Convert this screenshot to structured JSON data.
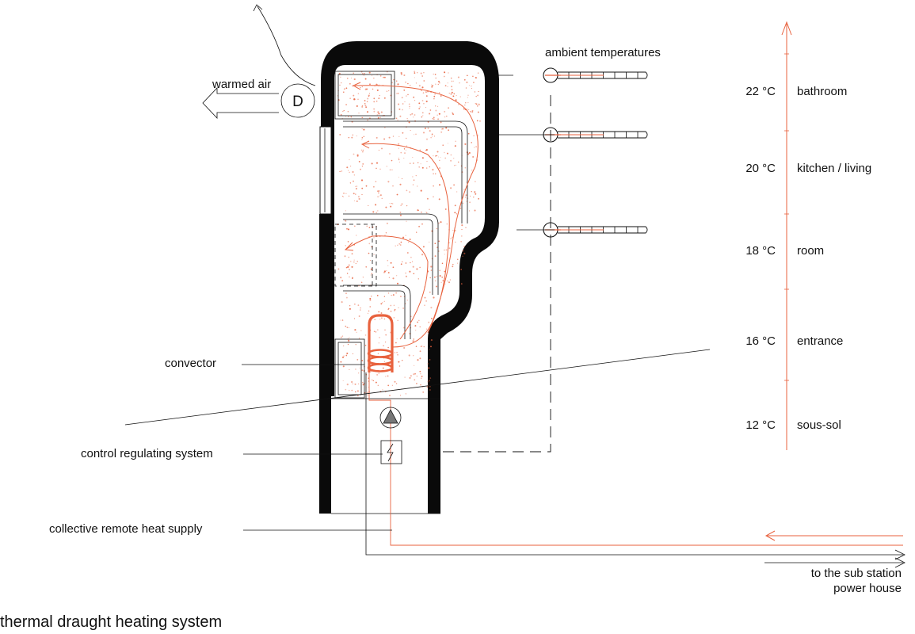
{
  "labels": {
    "warmed_air": "warmed air",
    "damper": "D",
    "ambient_temperatures": "ambient temperatures",
    "convector": "convector",
    "control_regulating_system": "control regulating system",
    "collective_remote_heat_supply": "collective remote heat supply",
    "to_sub_station": "to the sub station",
    "power_house": "power house",
    "caption": "thermal draught heating system"
  },
  "temperature_scale": [
    {
      "temp": "22 °C",
      "zone": "bathroom"
    },
    {
      "temp": "20 °C",
      "zone": "kitchen / living"
    },
    {
      "temp": "18 °C",
      "zone": "room"
    },
    {
      "temp": "16 °C",
      "zone": "entrance"
    },
    {
      "temp": "12 °C",
      "zone": "sous-sol"
    }
  ],
  "colors": {
    "ink": "#111111",
    "heat": "#e8623e",
    "wall": "#0a0a0a"
  },
  "icons": [
    "damper-icon",
    "pump-icon",
    "lightning-icon",
    "thermometer-icon",
    "arrow-icon"
  ]
}
